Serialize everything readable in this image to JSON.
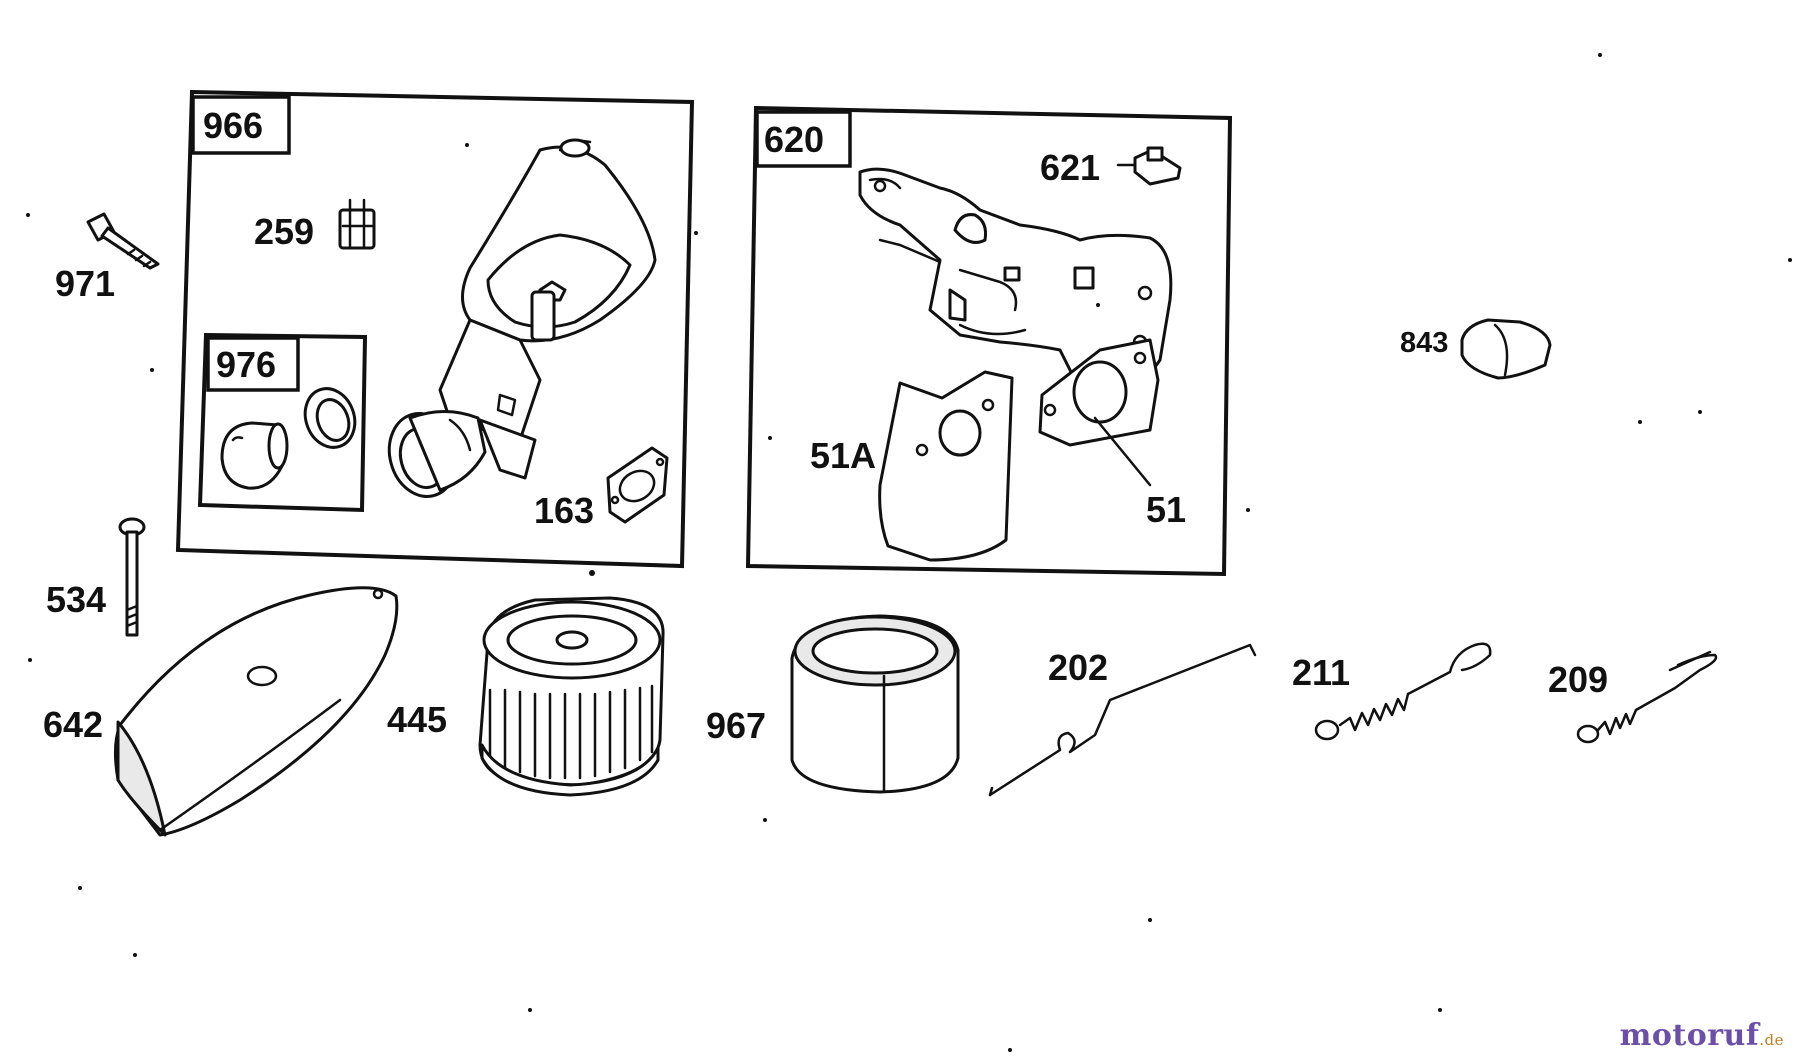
{
  "diagram": {
    "group_boxes": [
      {
        "id": "966",
        "label": "966"
      },
      {
        "id": "976",
        "label": "976"
      },
      {
        "id": "620",
        "label": "620"
      }
    ],
    "parts": {
      "p971": "971",
      "p259": "259",
      "p163": "163",
      "p621": "621",
      "p51a": "51A",
      "p51": "51",
      "p843": "843",
      "p534": "534",
      "p642": "642",
      "p445": "445",
      "p967": "967",
      "p202": "202",
      "p211": "211",
      "p209": "209"
    }
  },
  "watermark": {
    "main": "motoruf",
    "tld": ".de"
  },
  "colors": {
    "ink": "#111111",
    "watermark_main": "#6b4fa8",
    "watermark_tld": "#c77a1e"
  }
}
